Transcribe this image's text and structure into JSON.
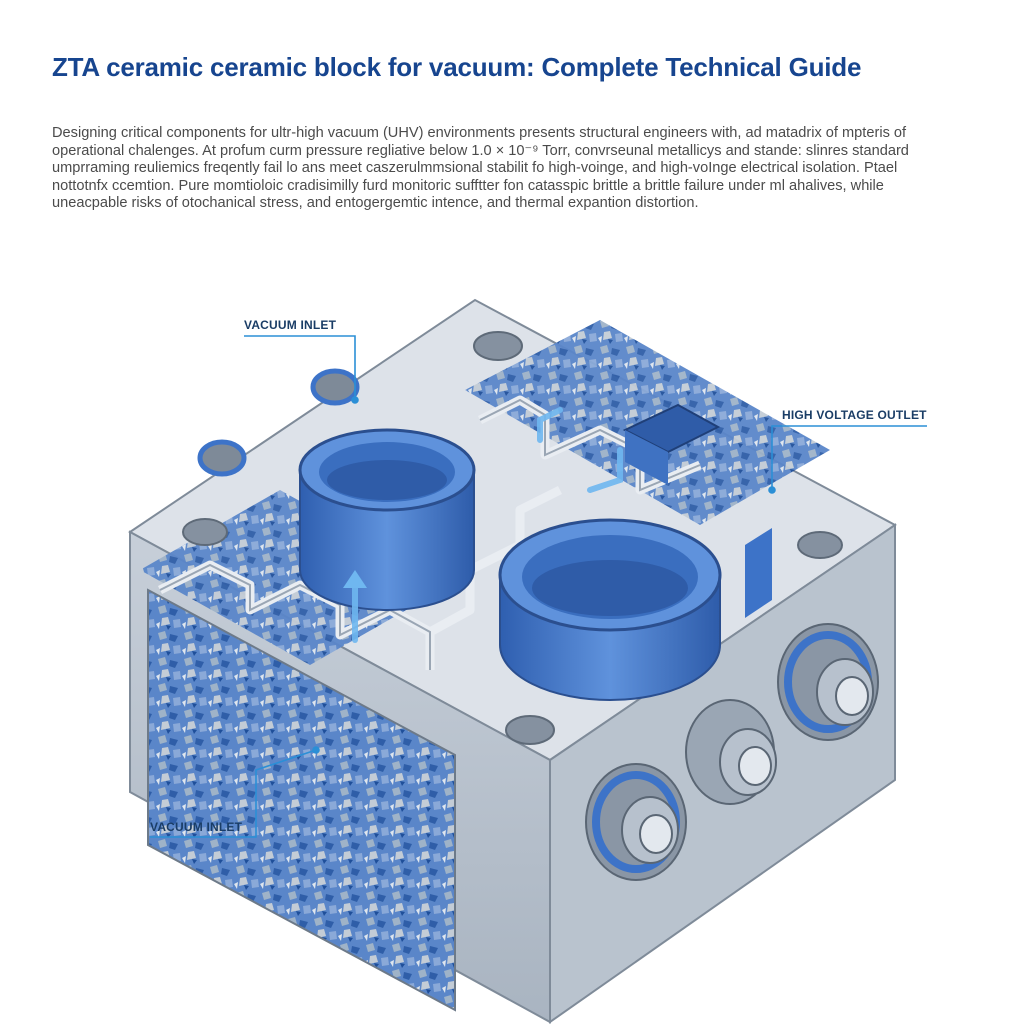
{
  "page": {
    "title": "ZTA ceramic ceramic block for vacuum: Complete Technical Guide",
    "intro": "Designing critical components for ultr-high vacuum (UHV) environments presents structural engineers with, ad matadrix of mpteris of operational chalenges. At profum curm pressure regliative below 1.0 × 10⁻⁹ Torr, convrseunal metallicys and stande: slinres standard umprraming reuliemics freqently fail lo ans meet caszerulmmsional stabilit fo high-voinge, and high-voInge electrical isolation. Ptael nottotnfx ccemtion. Pure momtioloic cradisimilly furd monitoric sufftter fon catasspic brittle a brittle failure under ml ahalives, while uneacpable risks of otochanical stress, and entogergemtic intence, and thermal expantion distortion."
  },
  "figure": {
    "callouts": {
      "top_left": "VACUUM INLET",
      "right": "HIGH VOLTAGE OUTLET",
      "bottom_left": "VACUUM INLET"
    },
    "colors": {
      "body": "#c9d1db",
      "body_dark": "#9aa6b4",
      "body_light": "#e6eaf0",
      "accent_blue": "#3d73c8",
      "blue_light": "#6f9ee0",
      "leader": "#2b8fd6"
    }
  }
}
